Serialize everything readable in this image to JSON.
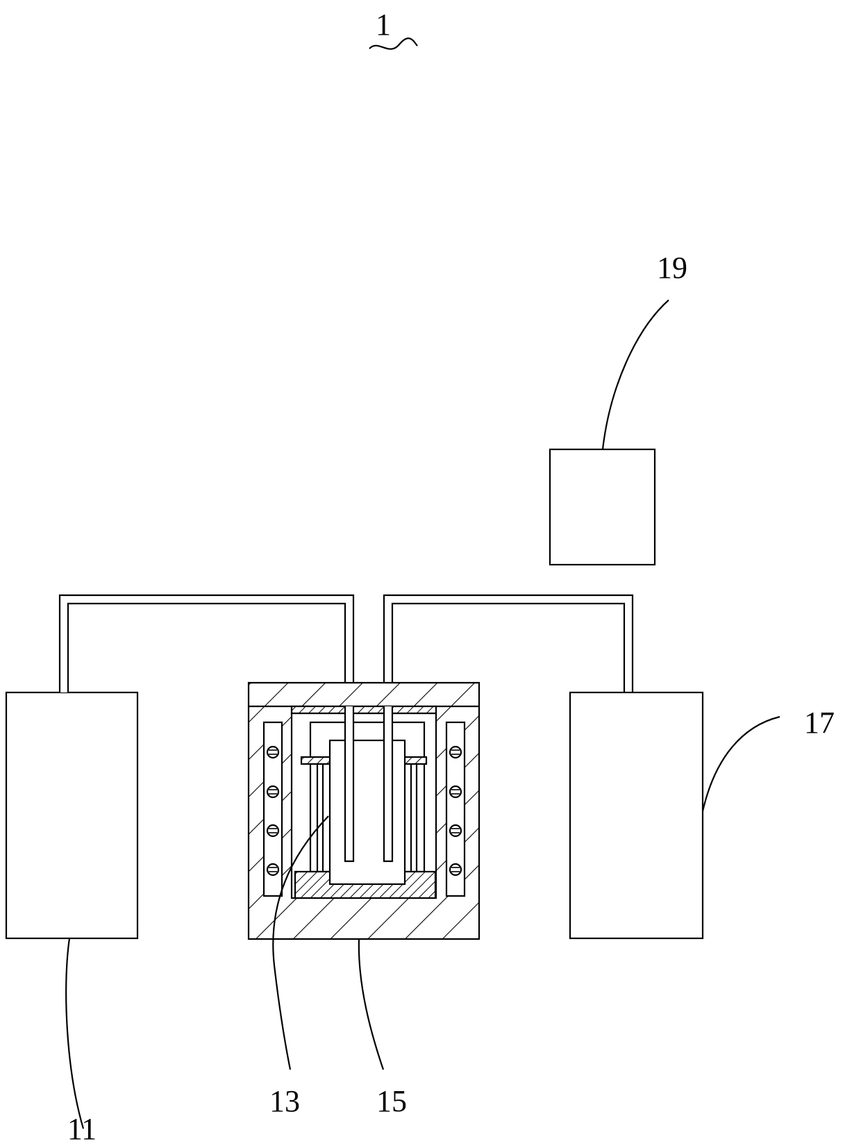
{
  "figure": {
    "title_number": "1",
    "labels": {
      "gas_source": "11",
      "furnace_inner": "13",
      "furnace": "15",
      "exhaust_unit": "17",
      "controller": "19"
    }
  },
  "colors": {
    "ink": "#000000",
    "background": "#ffffff"
  }
}
